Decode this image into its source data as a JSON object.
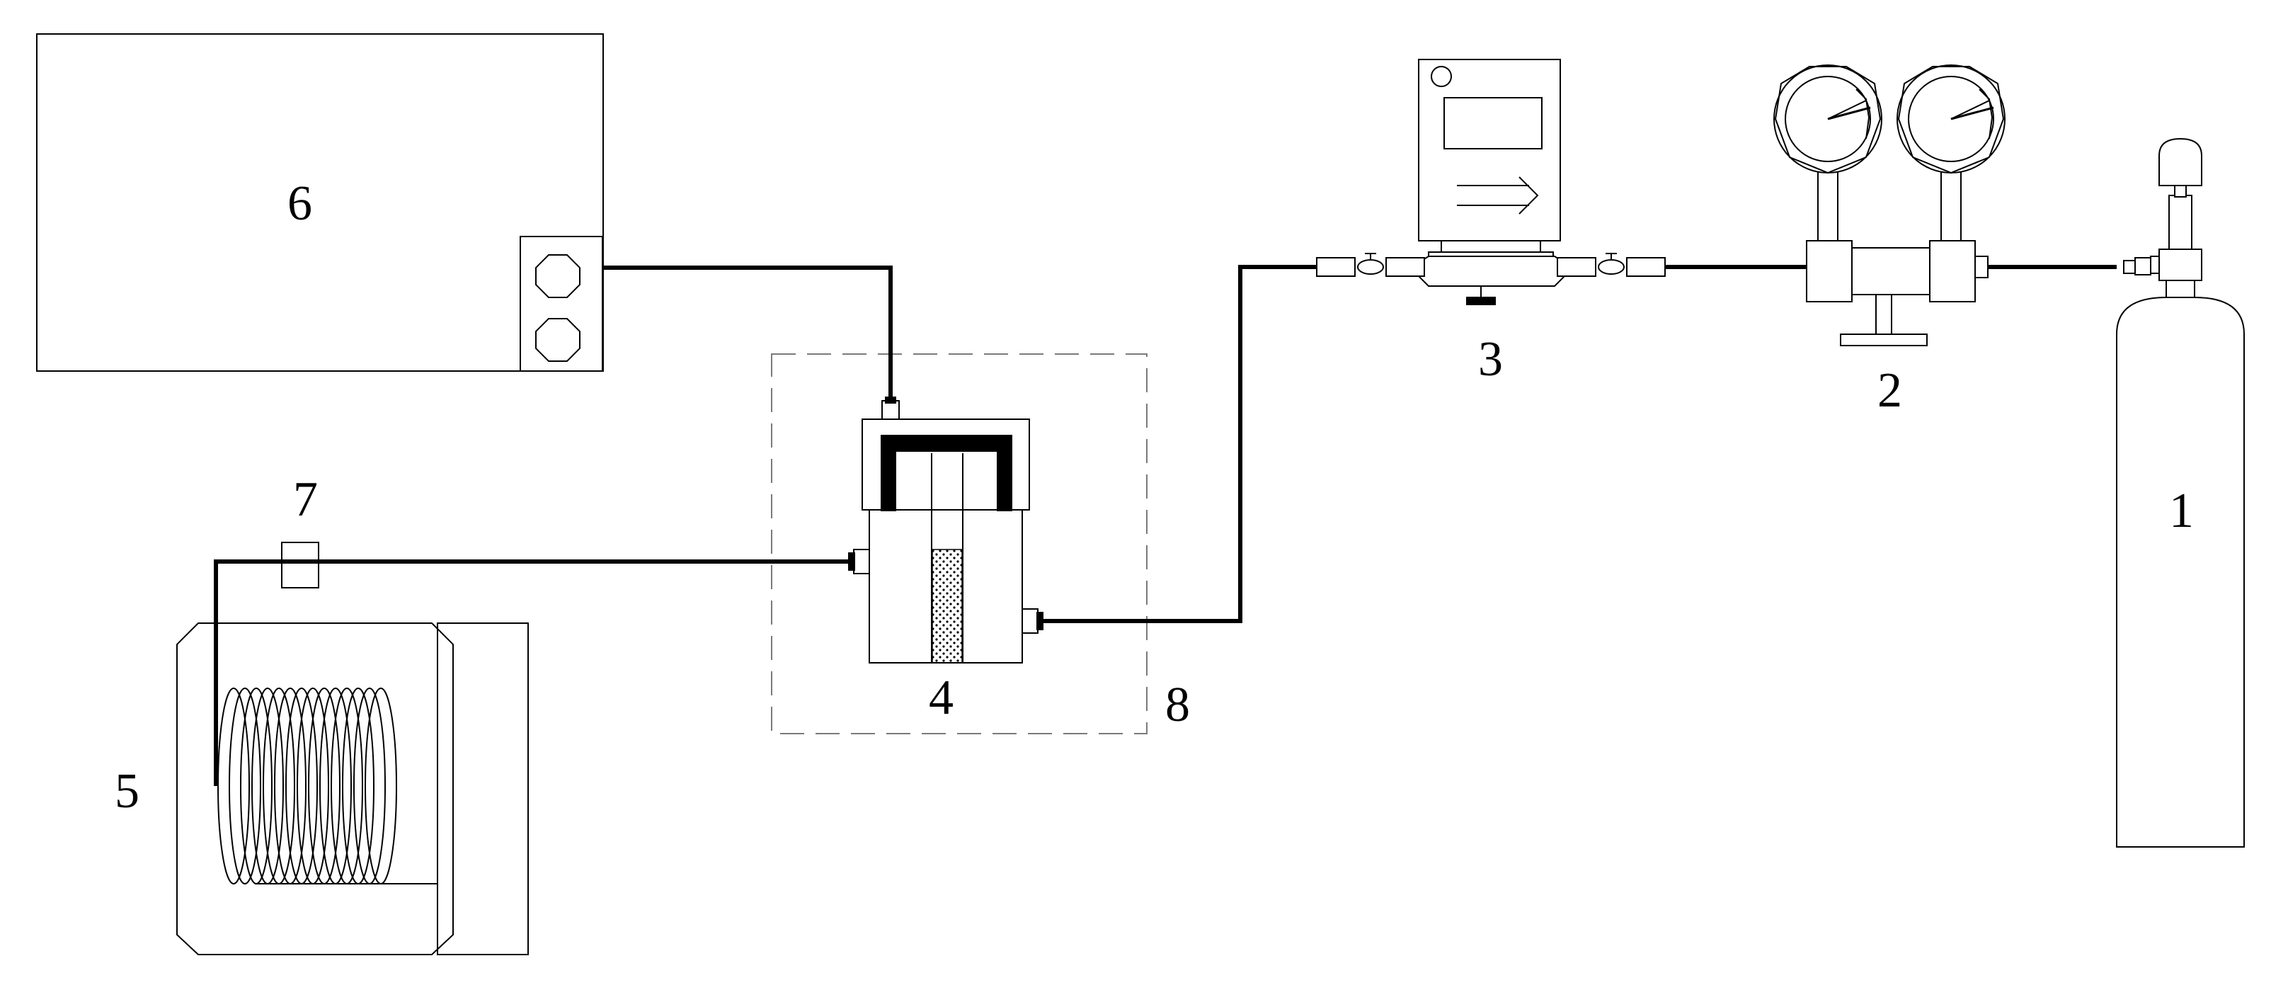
{
  "diagram": {
    "components": [
      {
        "id": "1",
        "label": "1"
      },
      {
        "id": "2",
        "label": "2"
      },
      {
        "id": "3",
        "label": "3"
      },
      {
        "id": "4",
        "label": "4"
      },
      {
        "id": "5",
        "label": "5"
      },
      {
        "id": "6",
        "label": "6"
      },
      {
        "id": "7",
        "label": "7"
      },
      {
        "id": "8",
        "label": "8"
      }
    ],
    "colors": {
      "line": "#000000",
      "background": "#ffffff",
      "dash": "#7a7a7a"
    }
  }
}
